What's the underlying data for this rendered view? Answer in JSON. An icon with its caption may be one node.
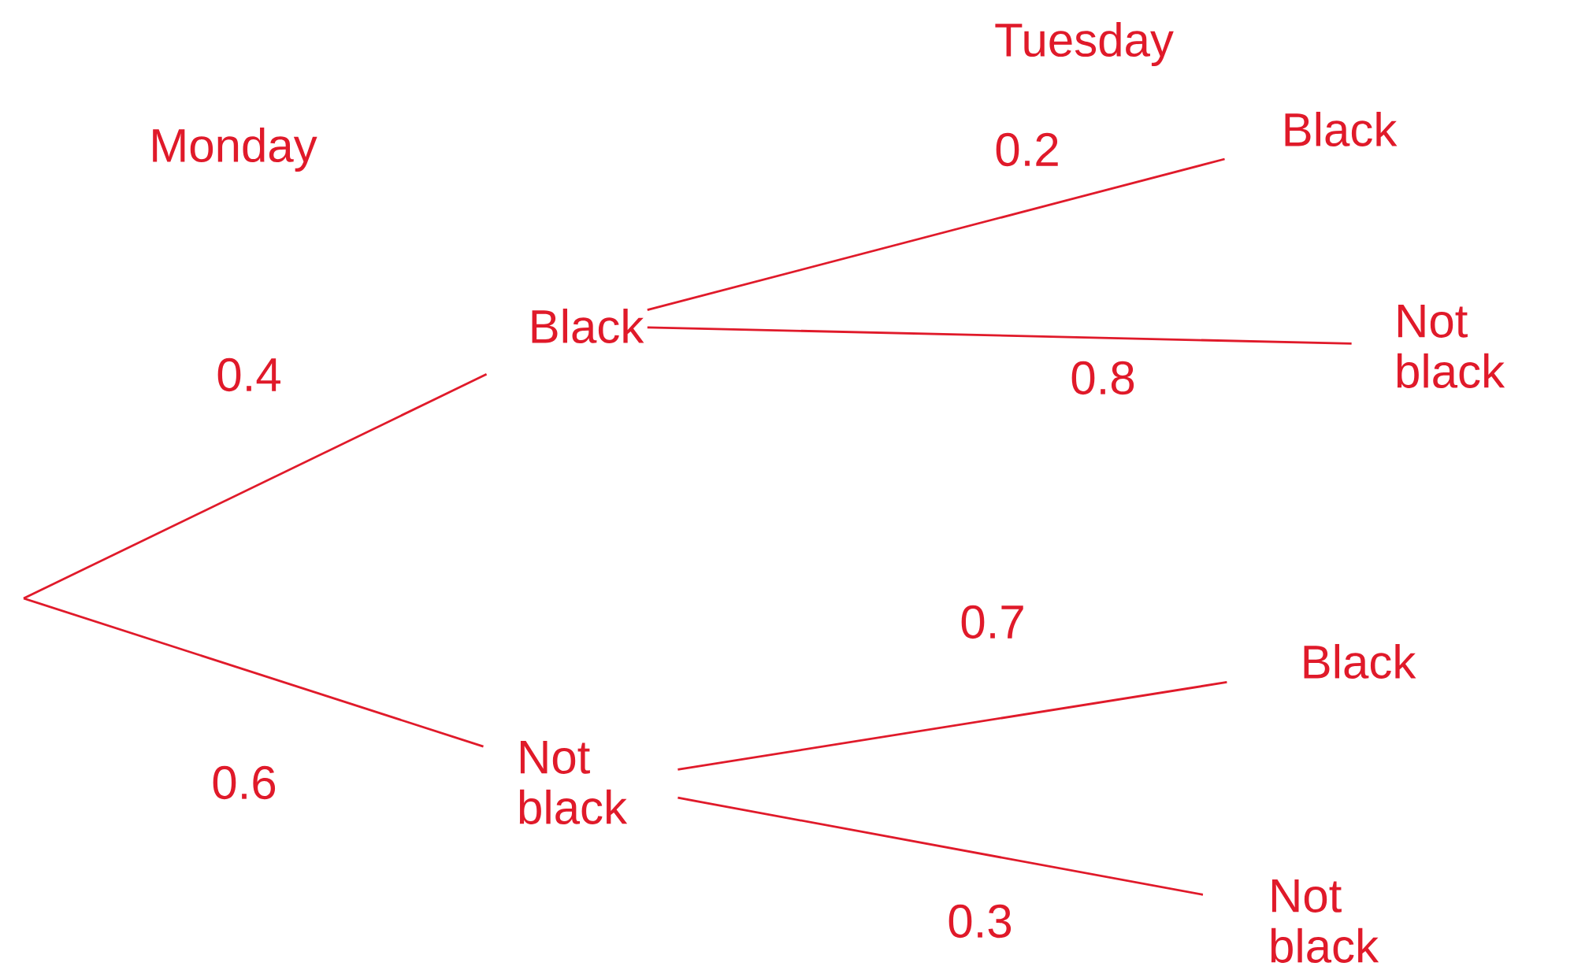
{
  "diagram": {
    "nodes": [
      {
        "text": [
          "Black"
        ]
      },
      {
        "text": [
          "Not black"
        ]
      },
      {
        "text": [
          "Black"
        ]
      },
      {
        "text": [
          "Not black"
        ]
      },
      {
        "text": [
          "Black"
        ]
      },
      {
        "text": [
          "Not black"
        ]
      }
    ],
    "edges": [
      {
        "from": null,
        "to": 0,
        "arrow": "none",
        "label": "0.4"
      },
      {
        "from": null,
        "to": 1,
        "arrow": "none",
        "label": "0.6"
      },
      {
        "from": 0,
        "to": 2,
        "arrow": "none",
        "label": "0.2"
      },
      {
        "from": 0,
        "to": 3,
        "arrow": "none",
        "label": "0.8"
      },
      {
        "from": 1,
        "to": 4,
        "arrow": "none",
        "label": "0.7"
      },
      {
        "from": 1,
        "to": 5,
        "arrow": "none",
        "label": "0.3"
      }
    ],
    "labels": [
      "Tuesday",
      "Monday"
    ]
  }
}
